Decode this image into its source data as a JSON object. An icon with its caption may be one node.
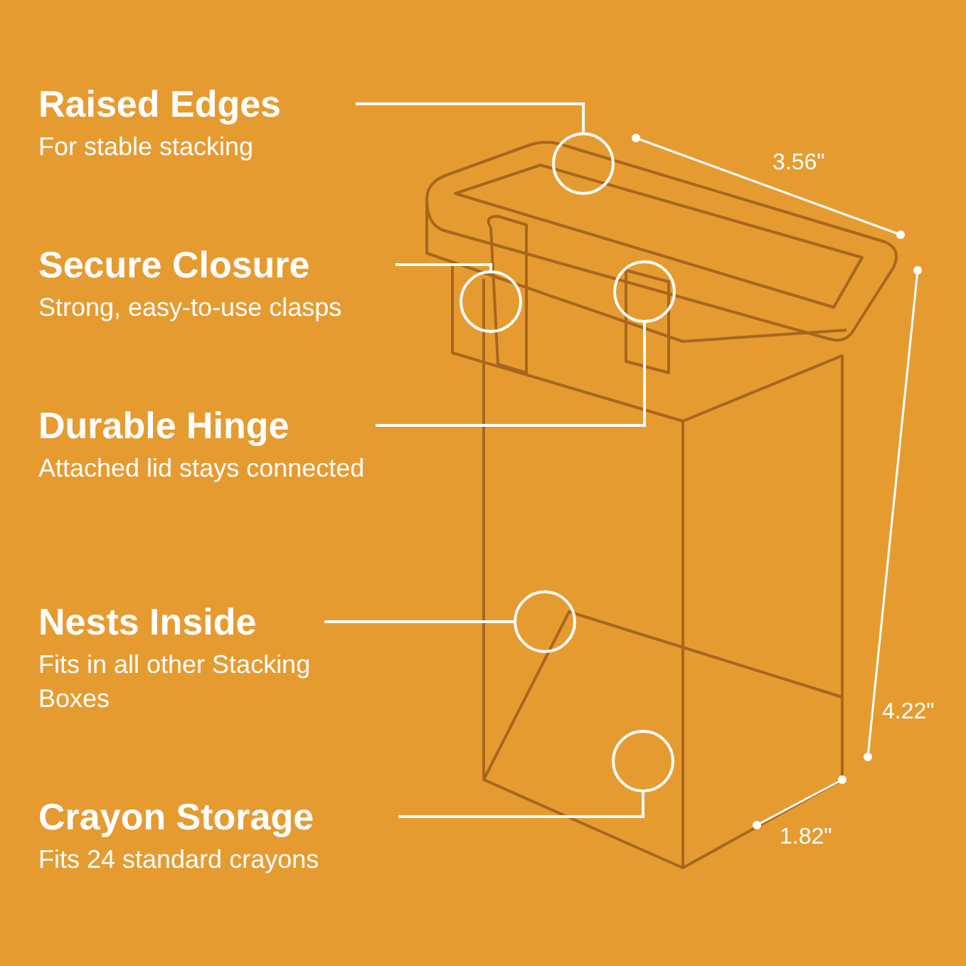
{
  "diagram": {
    "nodes": [
      {
        "text": [
          "Raised Edges",
          "For stable stacking"
        ]
      },
      {
        "text": [
          "Secure Closure",
          "Strong, easy-to-use clasps"
        ]
      },
      {
        "text": [
          "Durable Hinge",
          "Attached lid stays connected"
        ]
      },
      {
        "text": [
          "Nests Inside",
          "Fits in all other Stacking Boxes"
        ]
      },
      {
        "text": [
          "Crayon Storage",
          "Fits 24 standard crayons"
        ]
      },
      {
        "text": [],
        "shape": "circle"
      },
      {
        "text": [],
        "shape": "circle"
      },
      {
        "text": [],
        "shape": "circle"
      },
      {
        "text": [],
        "shape": "circle"
      },
      {
        "text": [],
        "shape": "circle"
      }
    ],
    "edges": [
      {
        "from": 0,
        "to": 5,
        "arrow": "none"
      },
      {
        "from": 1,
        "to": 7,
        "arrow": "none"
      },
      {
        "from": 2,
        "to": 6,
        "arrow": "none"
      },
      {
        "from": 3,
        "to": 8,
        "arrow": "none"
      },
      {
        "from": 4,
        "to": 9,
        "arrow": "none"
      }
    ],
    "labels": [
      "3.56\"",
      "4.22\"",
      "1.82\""
    ]
  }
}
